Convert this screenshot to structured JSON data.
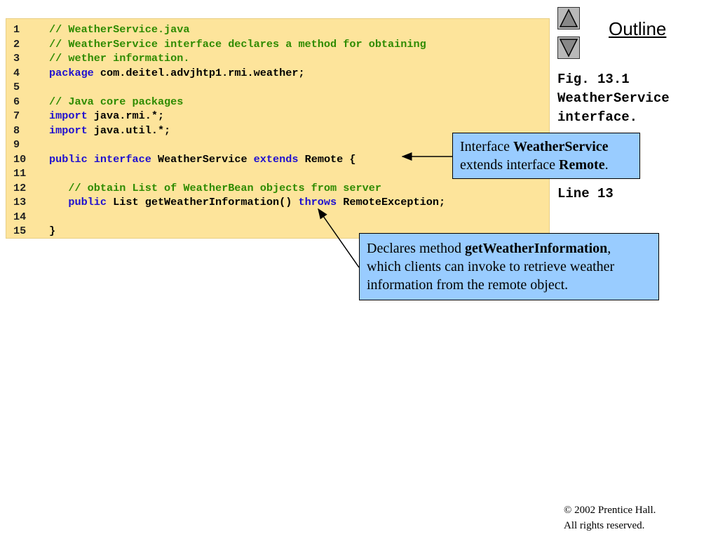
{
  "code": [
    {
      "n": "1",
      "parts": [
        {
          "t": "// WeatherService.java",
          "c": "cm"
        }
      ]
    },
    {
      "n": "2",
      "parts": [
        {
          "t": "// WeatherService interface declares a method for obtaining",
          "c": "cm"
        }
      ]
    },
    {
      "n": "3",
      "parts": [
        {
          "t": "// wether information.",
          "c": "cm"
        }
      ]
    },
    {
      "n": "4",
      "parts": [
        {
          "t": "package",
          "c": "kw"
        },
        {
          "t": " com.deitel.advjhtp1.rmi.weather;",
          "c": ""
        }
      ]
    },
    {
      "n": "5",
      "parts": []
    },
    {
      "n": "6",
      "parts": [
        {
          "t": "// Java core packages",
          "c": "cm"
        }
      ]
    },
    {
      "n": "7",
      "parts": [
        {
          "t": "import",
          "c": "kw"
        },
        {
          "t": " java.rmi.*;",
          "c": ""
        }
      ]
    },
    {
      "n": "8",
      "parts": [
        {
          "t": "import",
          "c": "kw"
        },
        {
          "t": " java.util.*;",
          "c": ""
        }
      ]
    },
    {
      "n": "9",
      "parts": []
    },
    {
      "n": "10",
      "parts": [
        {
          "t": "public",
          "c": "kw"
        },
        {
          "t": " ",
          "c": ""
        },
        {
          "t": "interface",
          "c": "kw"
        },
        {
          "t": " WeatherService ",
          "c": ""
        },
        {
          "t": "extends",
          "c": "kw"
        },
        {
          "t": " Remote {",
          "c": ""
        }
      ]
    },
    {
      "n": "11",
      "parts": []
    },
    {
      "n": "12",
      "parts": [
        {
          "t": "   // obtain List of WeatherBean objects from server",
          "c": "cm"
        }
      ]
    },
    {
      "n": "13",
      "parts": [
        {
          "t": "   ",
          "c": ""
        },
        {
          "t": "public",
          "c": "kw"
        },
        {
          "t": " List getWeatherInformation() ",
          "c": ""
        },
        {
          "t": "throws",
          "c": "kw"
        },
        {
          "t": " RemoteException;",
          "c": ""
        }
      ]
    },
    {
      "n": "14",
      "parts": []
    },
    {
      "n": "15",
      "parts": [
        {
          "t": "}",
          "c": ""
        }
      ]
    }
  ],
  "outline": "Outline",
  "figure": {
    "line1": "Fig. 13.1",
    "line2": "WeatherService",
    "line3": "interface."
  },
  "line_ref": "Line 13",
  "callout1": {
    "pre": "Interface ",
    "bold1": "WeatherService",
    "mid": "extends interface ",
    "bold2": "Remote",
    "post": "."
  },
  "callout2": {
    "pre": "Declares method ",
    "bold1": "getWeatherInformation",
    "post1": ",",
    "line2": "which clients can invoke to retrieve weather",
    "line3": "information from the remote object."
  },
  "copyright": {
    "symbol": "©",
    "line1": " 2002 Prentice Hall.",
    "line2": "All rights reserved."
  },
  "colors": {
    "code_bg": "#fde49b",
    "keyword": "#1f10cf",
    "comment": "#2e8b00",
    "callout_bg": "#99ccff"
  }
}
